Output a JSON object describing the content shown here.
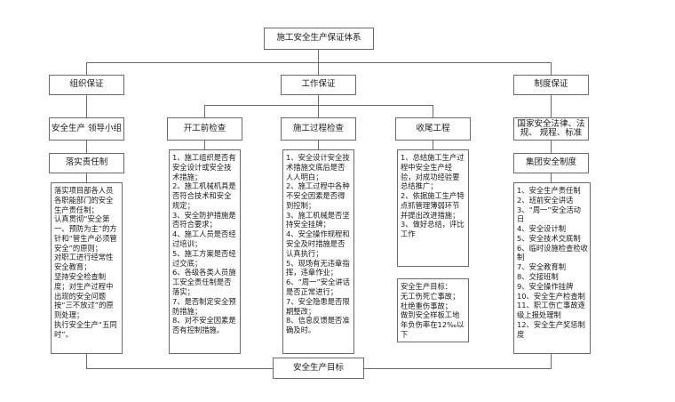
{
  "diagram": {
    "title_node": "施工安全生产保证体系",
    "bottom_node": "安全生产目标",
    "branches": {
      "organization": "组织保证",
      "work": "工作保证",
      "system": "制度保证"
    },
    "level3": {
      "leader_group": "安全生产\n领导小组",
      "pre_start_check": "开工前检查",
      "process_check": "施工过程检查",
      "closing_work": "收尾工程",
      "national_laws": "国家安全法律、法规、\n规程、标准"
    },
    "level4": {
      "responsibility": "落实责任制",
      "group_system": "集团安全制度"
    },
    "details": {
      "responsibility_detail": "落实项目部各人员各职能部门的安全生产责任制；\n认真贯彻“安全第一、预防为主”的方针和“管生产必须管安全”的原则；\n对职工进行经常性安全教育；\n坚持安全检查制度；对生产过程中出现的安全问题按“三不放过”的原则处理；\n执行安全生产“五同时”。",
      "pre_start_detail": "1、施工组织是否有安全设计或安全技术措施；\n2、施工机械机具是否符合技术和安全规定；\n3、安全防护措施是否符合要求；\n4、施工人员是否经过培训；\n5、施工方案是否经过交底；\n6、各级各类人员施工安全责任制是否落实；\n7、是否制定安全预防措施；\n8、对不安全因素是否有控制措施。",
      "process_detail": "1、安全设计安全技术措施交底后是否人人明白；\n2、施工过程中各种不安全因素是否得到控制；\n3、施工机械是否坚持安全挂牌；\n4、安全操作规程和安全及时措施是否认真执行；\n5、现场有无违章指挥，违章作业；\n6、“周一”安全讲话是否正常进行；\n7、安全隐患是否限期整改；\n8、信息反馈是否准确及时。",
      "closing_detail": "1、总结施工生产过程中安全生产经验，对成功经验要总结推广；\n2、依据施工生产特点抓管理薄弱环节并提出改进措施；\n3、做好总结，评比工作",
      "safety_goal_detail": "安全生产目标：\n无工伤死亡事故；\n杜绝重伤事故；\n做到安全样板工地\n年负伤率在12‰以下",
      "group_system_detail": "1、安全生产责任制\n2、班前安全讲话\n3、“周一”安全活动日\n4、安全设计制\n5、安全技术交底制\n6、临时设施检查检收制\n7、安全教育制\n8、交接班制\n9、安全操作挂牌\n10、安全生产检查制\n11、职工伤亡事故逐级上报处理制\n12、安全生产奖惩制度"
    }
  }
}
